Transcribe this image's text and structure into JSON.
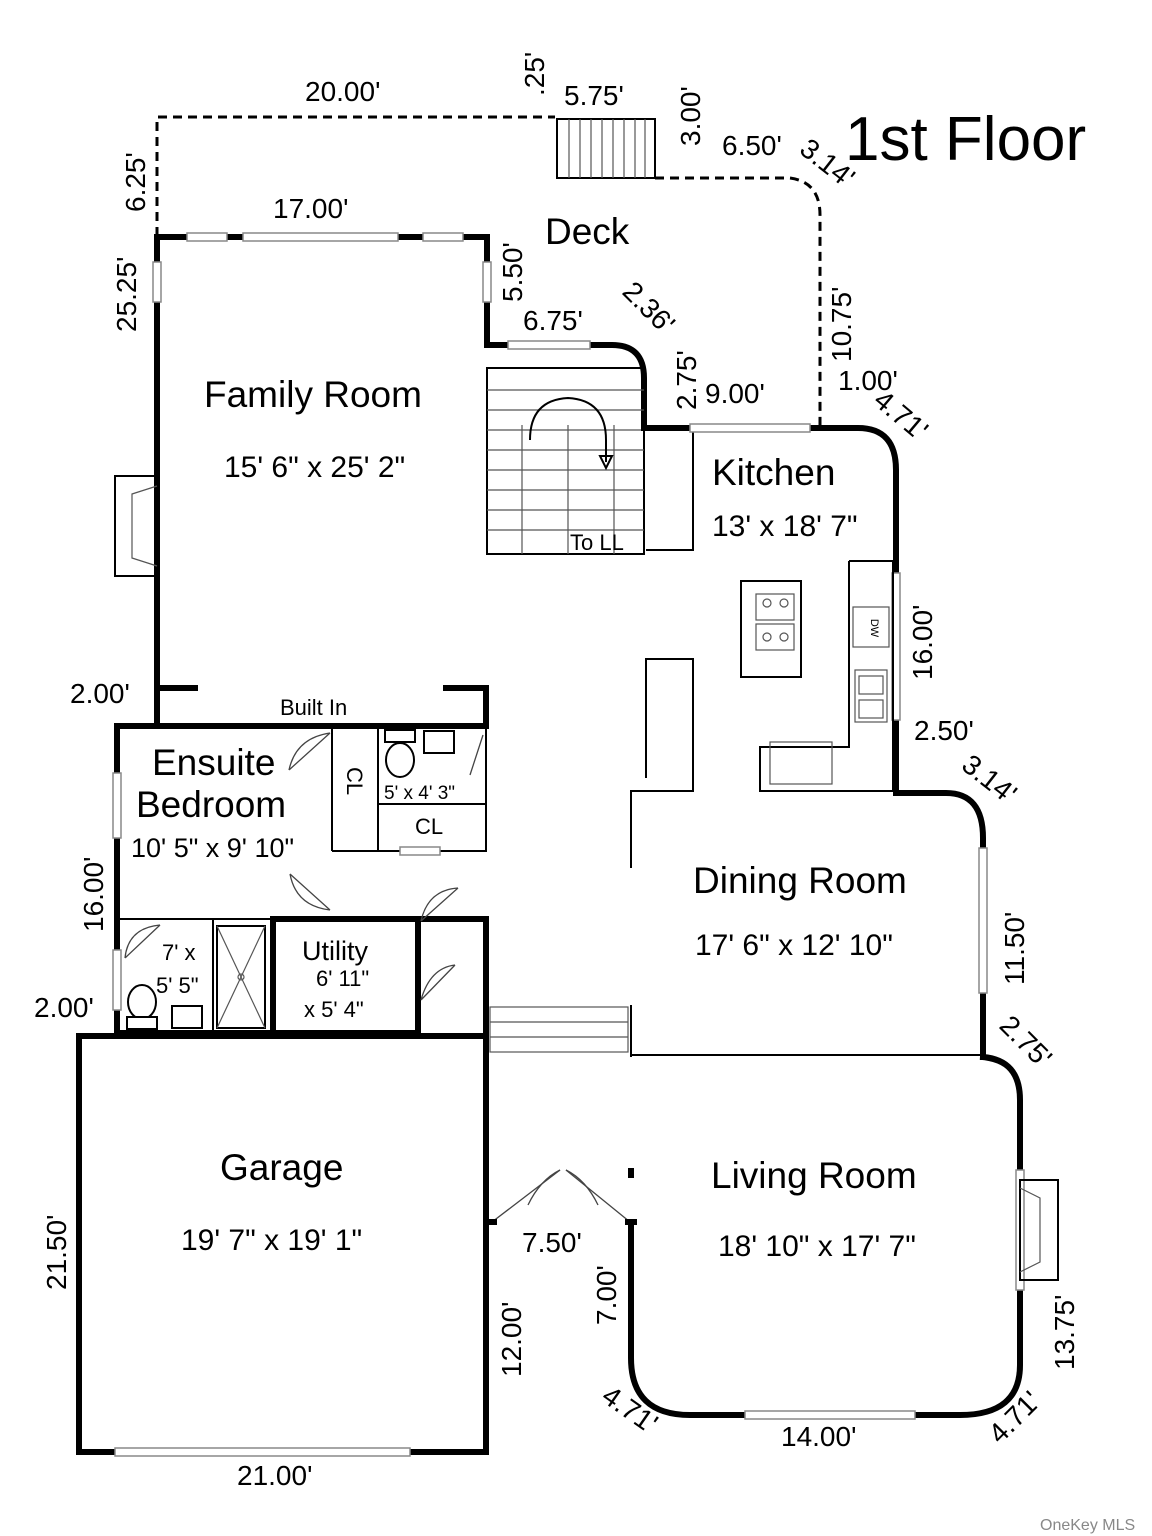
{
  "title": "1st Floor",
  "rooms": {
    "deck": {
      "name": "Deck"
    },
    "family": {
      "name": "Family Room",
      "size": "15' 6\" x 25' 2\""
    },
    "kitchen": {
      "name": "Kitchen",
      "size": "13' x 18' 7\""
    },
    "ensuite": {
      "name1": "Ensuite",
      "name2": "Bedroom",
      "size": "10' 5\" x 9' 10\""
    },
    "dining": {
      "name": "Dining Room",
      "size": "17' 6\" x 12' 10\""
    },
    "utility": {
      "name": "Utility",
      "size1": "6' 11\"",
      "size2": "x 5' 4\""
    },
    "garage": {
      "name": "Garage",
      "size": "19' 7\" x 19' 1\""
    },
    "living": {
      "name": "Living Room",
      "size": "18' 10\" x 17' 7\""
    },
    "bath_small": {
      "size": "5' x 4' 3\""
    },
    "bath_main": {
      "size1": "7' x",
      "size2": "5' 5\""
    }
  },
  "labels": {
    "to_ll": "To LL",
    "built_in": "Built In",
    "closet": "CL",
    "dishwasher": "DW"
  },
  "dimensions": {
    "d_20_00": "20.00'",
    "d_25": ".25'",
    "d_5_75": "5.75'",
    "d_3_00": "3.00'",
    "d_6_50": "6.50'",
    "d_3_14_top": "3.14'",
    "d_6_25": "6.25'",
    "d_17_00": "17.00'",
    "d_25_25": "25.25'",
    "d_5_50": "5.50'",
    "d_6_75": "6.75'",
    "d_2_36": "2.36'",
    "d_2_75_a": "2.75'",
    "d_9_00": "9.00'",
    "d_10_75": "10.75'",
    "d_1_00": "1.00'",
    "d_4_71_a": "4.71'",
    "d_16_00_right": "16.00'",
    "d_2_50": "2.50'",
    "d_3_14_b": "3.14'",
    "d_11_50": "11.50'",
    "d_2_75_b": "2.75'",
    "d_2_00_a": "2.00'",
    "d_16_00_left": "16.00'",
    "d_2_00_b": "2.00'",
    "d_21_50": "21.50'",
    "d_21_00": "21.00'",
    "d_12_00": "12.00'",
    "d_7_50": "7.50'",
    "d_7_00": "7.00'",
    "d_4_71_b": "4.71'",
    "d_14_00": "14.00'",
    "d_4_71_c": "4.71'",
    "d_13_75": "13.75'"
  },
  "credit": "OneKey MLS"
}
